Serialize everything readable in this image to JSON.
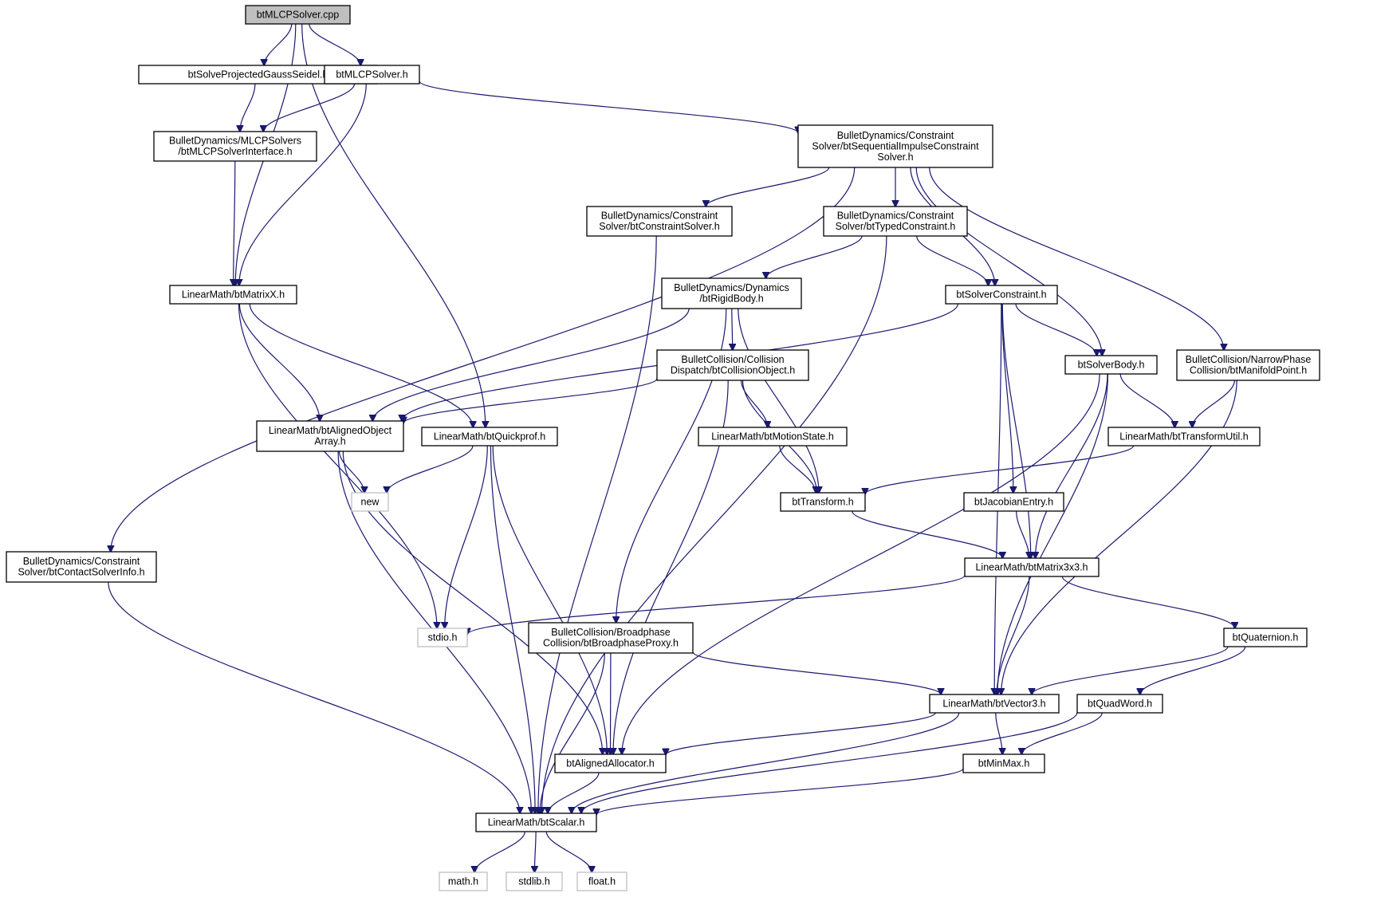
{
  "graph": {
    "edge_color": "#191970",
    "root_fill": "#bfbfbf",
    "system_border": "#bfbfbf",
    "nodes": [
      {
        "id": "root",
        "lines": [
          "btMLCPSolver.cpp"
        ],
        "kind": "root"
      },
      {
        "id": "gs",
        "lines": [
          "btSolveProjectedGaussSeidel.h"
        ],
        "kind": "local"
      },
      {
        "id": "mlcph",
        "lines": [
          "btMLCPSolver.h"
        ],
        "kind": "local"
      },
      {
        "id": "mlcpif",
        "lines": [
          "BulletDynamics/MLCPSolvers",
          "/btMLCPSolverInterface.h"
        ],
        "kind": "local"
      },
      {
        "id": "seq",
        "lines": [
          "BulletDynamics/Constraint",
          "Solver/btSequentialImpulseConstraint",
          "Solver.h"
        ],
        "kind": "local"
      },
      {
        "id": "cs",
        "lines": [
          "BulletDynamics/Constraint",
          "Solver/btConstraintSolver.h"
        ],
        "kind": "local"
      },
      {
        "id": "tc",
        "lines": [
          "BulletDynamics/Constraint",
          "Solver/btTypedConstraint.h"
        ],
        "kind": "local"
      },
      {
        "id": "matx",
        "lines": [
          "LinearMath/btMatrixX.h"
        ],
        "kind": "local"
      },
      {
        "id": "rb",
        "lines": [
          "BulletDynamics/Dynamics",
          "/btRigidBody.h"
        ],
        "kind": "local"
      },
      {
        "id": "sc",
        "lines": [
          "btSolverConstraint.h"
        ],
        "kind": "local"
      },
      {
        "id": "co",
        "lines": [
          "BulletCollision/Collision",
          "Dispatch/btCollisionObject.h"
        ],
        "kind": "local"
      },
      {
        "id": "sb",
        "lines": [
          "btSolverBody.h"
        ],
        "kind": "local"
      },
      {
        "id": "mp",
        "lines": [
          "BulletCollision/NarrowPhase",
          "Collision/btManifoldPoint.h"
        ],
        "kind": "local"
      },
      {
        "id": "aoa",
        "lines": [
          "LinearMath/btAlignedObject",
          "Array.h"
        ],
        "kind": "local"
      },
      {
        "id": "qp",
        "lines": [
          "LinearMath/btQuickprof.h"
        ],
        "kind": "local"
      },
      {
        "id": "ms",
        "lines": [
          "LinearMath/btMotionState.h"
        ],
        "kind": "local"
      },
      {
        "id": "tu",
        "lines": [
          "LinearMath/btTransformUtil.h"
        ],
        "kind": "local"
      },
      {
        "id": "new",
        "lines": [
          "new"
        ],
        "kind": "system"
      },
      {
        "id": "tr",
        "lines": [
          "btTransform.h"
        ],
        "kind": "local"
      },
      {
        "id": "je",
        "lines": [
          "btJacobianEntry.h"
        ],
        "kind": "local"
      },
      {
        "id": "csi",
        "lines": [
          "BulletDynamics/Constraint",
          "Solver/btContactSolverInfo.h"
        ],
        "kind": "local"
      },
      {
        "id": "m33",
        "lines": [
          "LinearMath/btMatrix3x3.h"
        ],
        "kind": "local"
      },
      {
        "id": "stdio",
        "lines": [
          "stdio.h"
        ],
        "kind": "system"
      },
      {
        "id": "bp",
        "lines": [
          "BulletCollision/Broadphase",
          "Collision/btBroadphaseProxy.h"
        ],
        "kind": "local"
      },
      {
        "id": "quat",
        "lines": [
          "btQuaternion.h"
        ],
        "kind": "local"
      },
      {
        "id": "v3",
        "lines": [
          "LinearMath/btVector3.h"
        ],
        "kind": "local"
      },
      {
        "id": "qw",
        "lines": [
          "btQuadWord.h"
        ],
        "kind": "local"
      },
      {
        "id": "aa",
        "lines": [
          "btAlignedAllocator.h"
        ],
        "kind": "local"
      },
      {
        "id": "mm",
        "lines": [
          "btMinMax.h"
        ],
        "kind": "local"
      },
      {
        "id": "scalar",
        "lines": [
          "LinearMath/btScalar.h"
        ],
        "kind": "local"
      },
      {
        "id": "math",
        "lines": [
          "math.h"
        ],
        "kind": "system"
      },
      {
        "id": "stdlib",
        "lines": [
          "stdlib.h"
        ],
        "kind": "system"
      },
      {
        "id": "float",
        "lines": [
          "float.h"
        ],
        "kind": "system"
      }
    ],
    "edges": [
      [
        "root",
        "gs"
      ],
      [
        "root",
        "mlcph"
      ],
      [
        "root",
        "matx"
      ],
      [
        "root",
        "qp"
      ],
      [
        "gs",
        "mlcpif"
      ],
      [
        "mlcph",
        "mlcpif"
      ],
      [
        "mlcph",
        "matx"
      ],
      [
        "mlcph",
        "seq"
      ],
      [
        "mlcpif",
        "matx"
      ],
      [
        "seq",
        "csi"
      ],
      [
        "seq",
        "cs"
      ],
      [
        "seq",
        "tc"
      ],
      [
        "seq",
        "sc"
      ],
      [
        "seq",
        "sb"
      ],
      [
        "seq",
        "mp"
      ],
      [
        "cs",
        "scalar"
      ],
      [
        "tc",
        "rb"
      ],
      [
        "tc",
        "sc"
      ],
      [
        "tc",
        "scalar"
      ],
      [
        "matx",
        "aoa"
      ],
      [
        "matx",
        "qp"
      ],
      [
        "matx",
        "stdio"
      ],
      [
        "rb",
        "aoa"
      ],
      [
        "rb",
        "co"
      ],
      [
        "rb",
        "bp"
      ],
      [
        "rb",
        "tr"
      ],
      [
        "sc",
        "aoa"
      ],
      [
        "sc",
        "sb"
      ],
      [
        "sc",
        "je"
      ],
      [
        "sc",
        "m33"
      ],
      [
        "sc",
        "v3"
      ],
      [
        "co",
        "aoa"
      ],
      [
        "co",
        "ms"
      ],
      [
        "co",
        "tr"
      ],
      [
        "co",
        "aa"
      ],
      [
        "sb",
        "tu"
      ],
      [
        "sb",
        "m33"
      ],
      [
        "sb",
        "v3"
      ],
      [
        "sb",
        "aa"
      ],
      [
        "mp",
        "tu"
      ],
      [
        "mp",
        "v3"
      ],
      [
        "aoa",
        "new"
      ],
      [
        "aoa",
        "aa"
      ],
      [
        "aoa",
        "scalar"
      ],
      [
        "qp",
        "new"
      ],
      [
        "qp",
        "stdio"
      ],
      [
        "qp",
        "aa"
      ],
      [
        "qp",
        "scalar"
      ],
      [
        "ms",
        "tr"
      ],
      [
        "tu",
        "tr"
      ],
      [
        "tr",
        "m33"
      ],
      [
        "je",
        "m33"
      ],
      [
        "csi",
        "scalar"
      ],
      [
        "m33",
        "stdio"
      ],
      [
        "m33",
        "quat"
      ],
      [
        "m33",
        "v3"
      ],
      [
        "bp",
        "v3"
      ],
      [
        "bp",
        "aa"
      ],
      [
        "bp",
        "scalar"
      ],
      [
        "quat",
        "v3"
      ],
      [
        "quat",
        "qw"
      ],
      [
        "v3",
        "aa"
      ],
      [
        "v3",
        "mm"
      ],
      [
        "v3",
        "scalar"
      ],
      [
        "qw",
        "mm"
      ],
      [
        "qw",
        "scalar"
      ],
      [
        "aa",
        "scalar"
      ],
      [
        "mm",
        "scalar"
      ],
      [
        "scalar",
        "math"
      ],
      [
        "scalar",
        "stdlib"
      ],
      [
        "scalar",
        "float"
      ]
    ]
  }
}
